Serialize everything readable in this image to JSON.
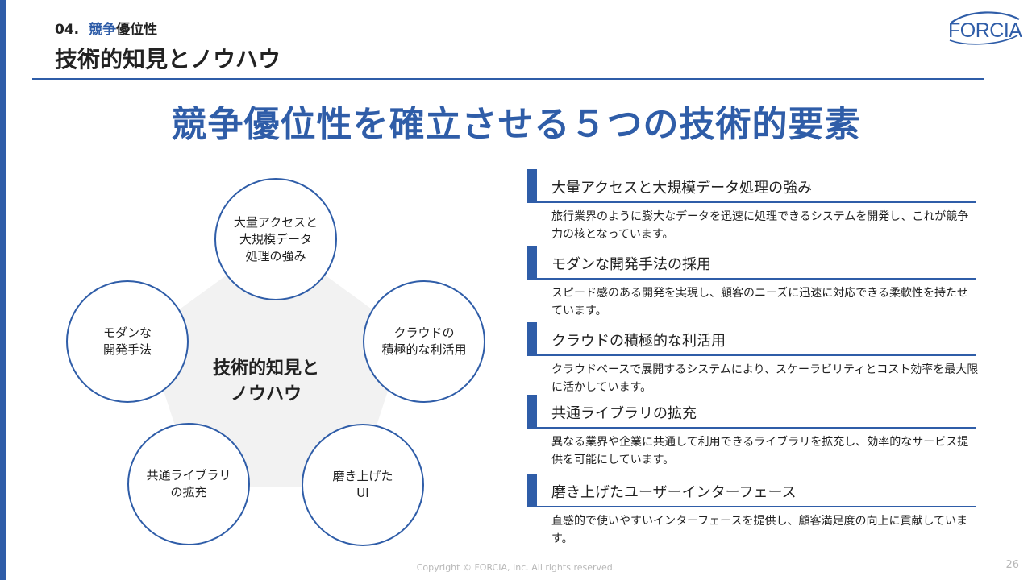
{
  "header": {
    "section_number": "04.",
    "section_accent": "競争",
    "section_rest": "優位性",
    "slide_title": "技術的知見とノウハウ",
    "logo_text": "FORCIA"
  },
  "main_heading": "競争優位性を確立させる５つの技術的要素",
  "diagram": {
    "center_line1": "技術的知見と",
    "center_line2": "ノウハウ",
    "nodes": [
      {
        "line1": "大量アクセスと",
        "line2": "大規模データ",
        "line3": "処理の強み"
      },
      {
        "line1": "クラウドの",
        "line2": "積極的な利活用"
      },
      {
        "line1": "磨き上げた",
        "line2": "UI"
      },
      {
        "line1": "共通ライブラリ",
        "line2": "の拡充"
      },
      {
        "line1": "モダンな",
        "line2": "開発手法"
      }
    ]
  },
  "items": [
    {
      "title": "大量アクセスと大規模データ処理の強み",
      "desc": "旅行業界のように膨大なデータを迅速に処理できるシステムを開発し、これが競争力の核となっています。"
    },
    {
      "title": "モダンな開発手法の採用",
      "desc": "スピード感のある開発を実現し、顧客のニーズに迅速に対応できる柔軟性を持たせています。"
    },
    {
      "title": "クラウドの積極的な利活用",
      "desc": "クラウドベースで展開するシステムにより、スケーラビリティとコスト効率を最大限に活かしています。"
    },
    {
      "title": "共通ライブラリの拡充",
      "desc": "異なる業界や企業に共通して利用できるライブラリを拡充し、効率的なサービス提供を可能にしています。"
    },
    {
      "title": "磨き上げたユーザーインターフェース",
      "desc": "直感的で使いやすいインターフェースを提供し、顧客満足度の向上に貢献しています。"
    }
  ],
  "footer": {
    "copyright": "Copyright © FORCIA, Inc. All rights reserved.",
    "page_number": "26"
  },
  "colors": {
    "accent": "#2f5da8",
    "pentagon_fill": "#f2f2f2",
    "footer_text": "#b8b8b8"
  }
}
